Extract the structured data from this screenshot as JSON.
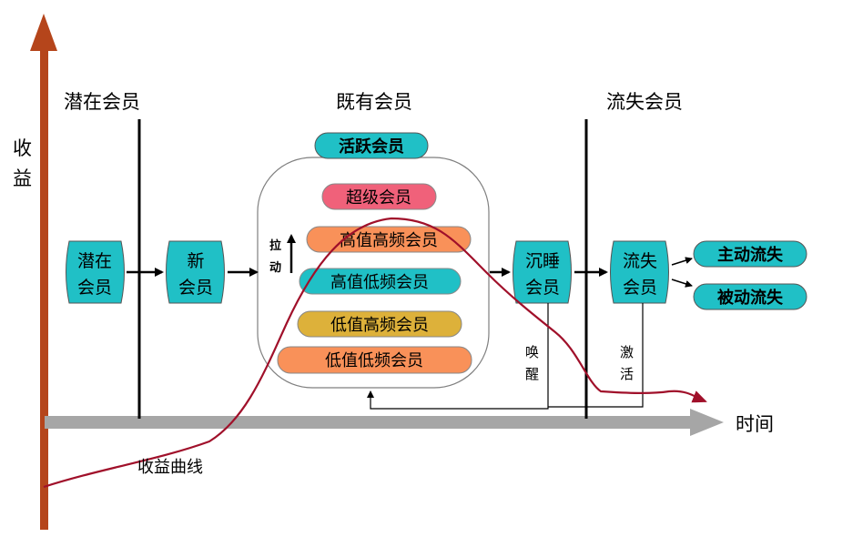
{
  "headers": {
    "potential": "潜在会员",
    "existing": "既有会员",
    "lost": "流失会员"
  },
  "axes": {
    "y_label": [
      "收",
      "益"
    ],
    "x_label": "时间"
  },
  "curve_label": "收益曲线",
  "nodes": {
    "potential_member": [
      "潜在",
      "会员"
    ],
    "new_member": [
      "新",
      "会员"
    ],
    "dormant_member": [
      "沉睡",
      "会员"
    ],
    "churned_member": [
      "流失",
      "会员"
    ]
  },
  "active_label": "活跃会员",
  "segments": [
    {
      "label": "超级会员",
      "color": "#f0617a"
    },
    {
      "label": "高值高频会员",
      "color": "#f99159"
    },
    {
      "label": "高值低频会员",
      "color": "#20c0c6"
    },
    {
      "label": "低值高频会员",
      "color": "#ddb13a"
    },
    {
      "label": "低值低频会员",
      "color": "#f99159"
    }
  ],
  "pull_label": [
    "拉",
    "动"
  ],
  "wake_label": [
    "唤",
    "醒"
  ],
  "activate_label": [
    "激",
    "活"
  ],
  "churn_types": {
    "active_churn": "主动流失",
    "passive_churn": "被动流失"
  },
  "colors": {
    "teal": "#20c0c6",
    "y_axis": "#b5451b",
    "x_axis": "#a6a6a6",
    "curve": "#a0102a"
  }
}
